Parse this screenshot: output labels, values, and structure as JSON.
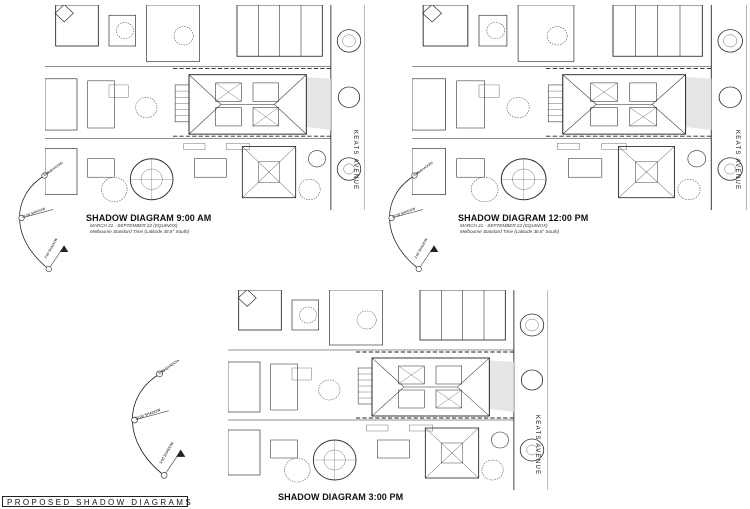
{
  "sheet": {
    "title": "PROPOSED SHADOW DIAGRAMS",
    "street_name": "KEATS AVENUE"
  },
  "diagrams": [
    {
      "title": "SHADOW DIAGRAM 9:00 AM",
      "date_line": "MARCH 21 - SEPTEMBER 22 (EQUINOX)",
      "time_line": "Melbourne Standard Time (Latitude 38.8° South)"
    },
    {
      "title": "SHADOW DIAGRAM 12:00 PM",
      "date_line": "MARCH 21 - SEPTEMBER 22 (EQUINOX)",
      "time_line": "Melbourne Standard Time (Latitude 38.8° South)"
    },
    {
      "title": "SHADOW DIAGRAM 3:00 PM"
    }
  ],
  "sun_path_labels": [
    "9:00 SHADOW",
    "12:00 SHADOW",
    "3:00 SHADOW"
  ],
  "colors": {
    "line": "#222222",
    "shadow": "#e6e6e6",
    "paper": "#ffffff"
  }
}
